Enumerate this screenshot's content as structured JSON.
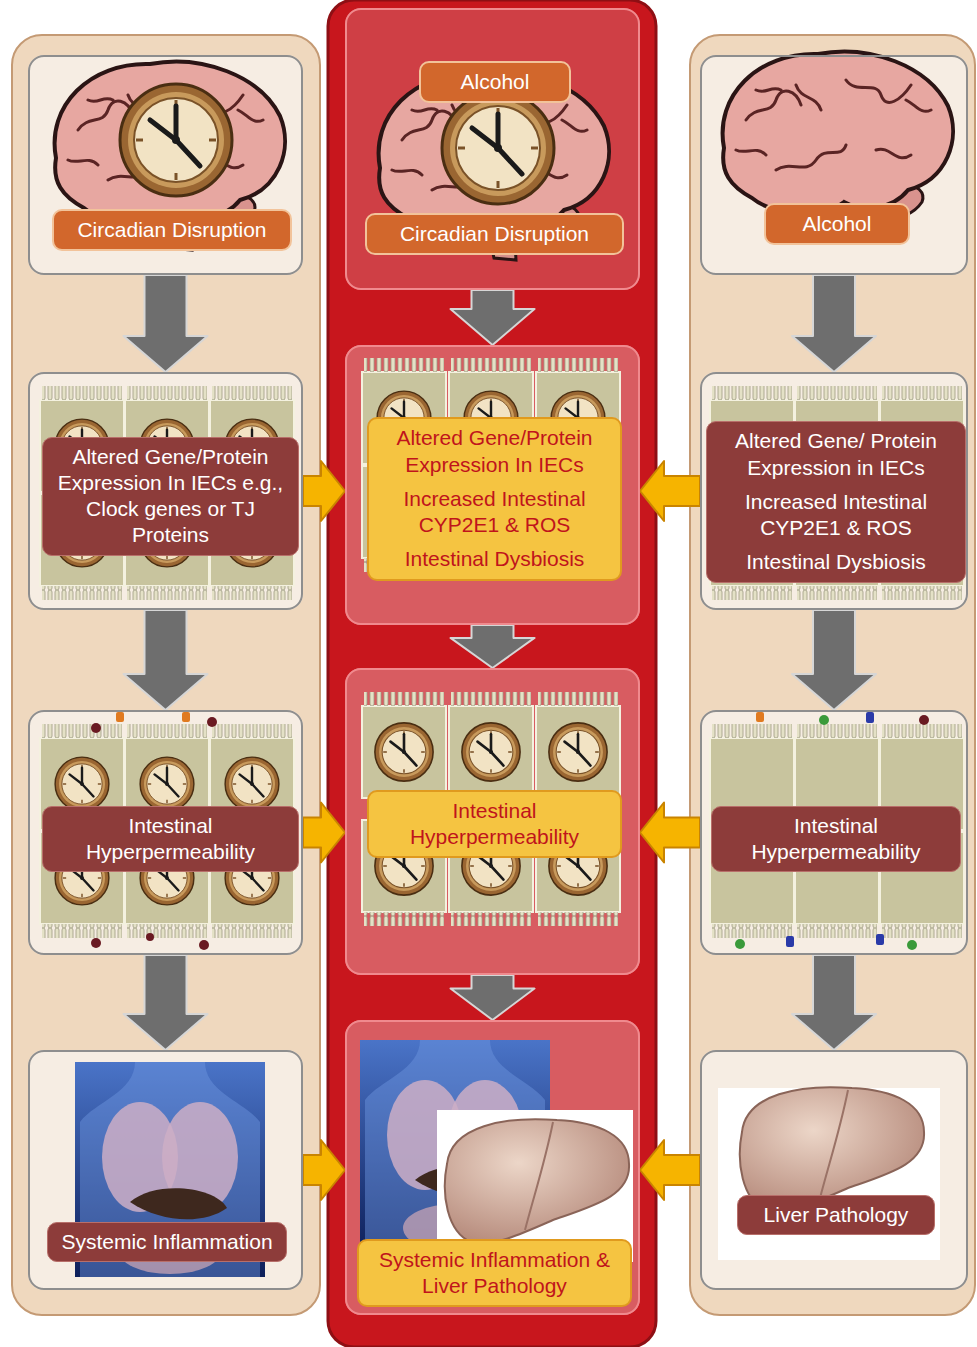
{
  "diagram": {
    "nodes": [
      {
        "text": [
          "Circadian Disruption"
        ]
      },
      {
        "text": [
          "Alcohol",
          "Circadian Disruption"
        ]
      },
      {
        "text": [
          "Alcohol"
        ]
      },
      {
        "text": [
          "Altered Gene/Protein Expression In IECs e.g., Clock genes or TJ Proteins"
        ]
      },
      {
        "text": [
          "Altered Gene/Protein Expression In IECs",
          "Increased Intestinal CYP2E1 & ROS",
          "Intestinal Dysbiosis"
        ]
      },
      {
        "text": [
          "Altered Gene/ Protein Expression in IECs",
          "Increased Intestinal CYP2E1 & ROS",
          "Intestinal Dysbiosis"
        ]
      },
      {
        "text": [
          "Intestinal Hyperpermeability"
        ]
      },
      {
        "text": [
          "Intestinal Hyperpermeability"
        ]
      },
      {
        "text": [
          "Intestinal Hyperpermeability"
        ]
      },
      {
        "text": [
          "Systemic Inflammation"
        ]
      },
      {
        "text": [
          "Systemic Inflammation & Liver Pathology"
        ]
      },
      {
        "text": [
          "Liver Pathology"
        ]
      }
    ],
    "edges": [
      {
        "from": 0,
        "to": 3,
        "arrow": "to"
      },
      {
        "from": 3,
        "to": 6,
        "arrow": "to"
      },
      {
        "from": 6,
        "to": 9,
        "arrow": "to"
      },
      {
        "from": 1,
        "to": 4,
        "arrow": "to"
      },
      {
        "from": 4,
        "to": 7,
        "arrow": "to"
      },
      {
        "from": 7,
        "to": 10,
        "arrow": "to"
      },
      {
        "from": 2,
        "to": 5,
        "arrow": "to"
      },
      {
        "from": 5,
        "to": 8,
        "arrow": "to"
      },
      {
        "from": 8,
        "to": 11,
        "arrow": "to"
      },
      {
        "from": 3,
        "to": 4,
        "arrow": "to"
      },
      {
        "from": 5,
        "to": 4,
        "arrow": "to"
      },
      {
        "from": 6,
        "to": 7,
        "arrow": "to"
      },
      {
        "from": 8,
        "to": 7,
        "arrow": "to"
      },
      {
        "from": 9,
        "to": 10,
        "arrow": "to"
      },
      {
        "from": 11,
        "to": 10,
        "arrow": "to"
      }
    ]
  }
}
